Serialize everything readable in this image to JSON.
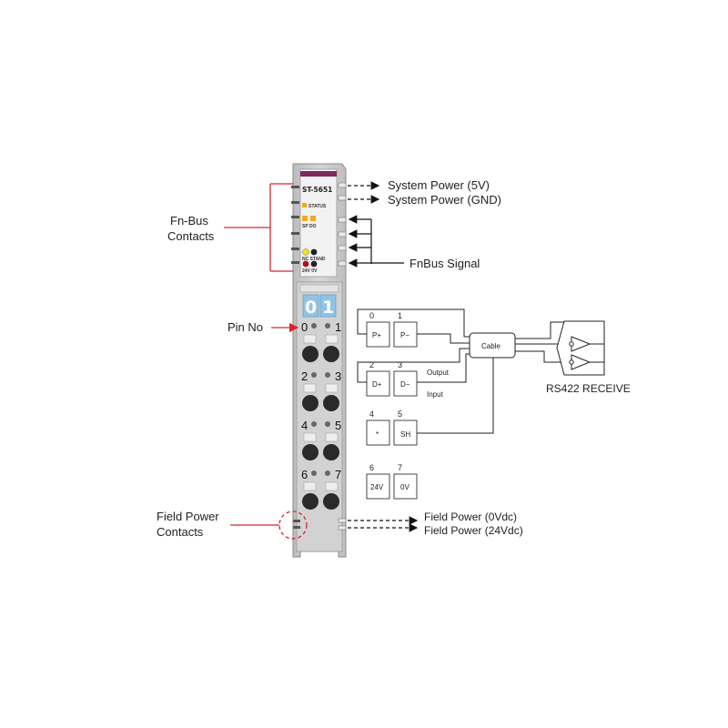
{
  "module": {
    "model": "ST-5651",
    "status_label": "STATUS",
    "led_labels_top": "SP  DO",
    "led_labels_mid": "NC  STAND",
    "led_labels_bot": "24V  0V",
    "digit_left": "0",
    "digit_right": "1",
    "accent_color": "#7a2a5e",
    "pin_numbers": [
      "0",
      "1",
      "2",
      "3",
      "4",
      "5",
      "6",
      "7"
    ]
  },
  "callouts": {
    "system_power_5v": "System Power (5V)",
    "system_power_gnd": "System Power (GND)",
    "fnbus_contacts_line1": "Fn-Bus",
    "fnbus_contacts_line2": "Contacts",
    "fnbus_signal": "FnBus Signal",
    "pin_no": "Pin No",
    "field_power_contacts_line1": "Field Power",
    "field_power_contacts_line2": "Contacts",
    "field_power_0vdc": "Field Power (0Vdc)",
    "field_power_24vdc": "Field Power (24Vdc)"
  },
  "wiring": {
    "terminals": [
      {
        "num": "0",
        "label": "P+"
      },
      {
        "num": "1",
        "label": "P−"
      },
      {
        "num": "2",
        "label": "D+"
      },
      {
        "num": "3",
        "label": "D−"
      },
      {
        "num": "4",
        "label": "*"
      },
      {
        "num": "5",
        "label": "SH"
      },
      {
        "num": "6",
        "label": "24V"
      },
      {
        "num": "7",
        "label": "0V"
      }
    ],
    "output_label": "Output",
    "input_label": "Input",
    "cable_label": "Cable",
    "receiver_label": "RS422 RECEIVE"
  },
  "colors": {
    "callout_red": "#d9262c",
    "module_gray": "#cfcfcf",
    "orange_led": "#f5a623",
    "yellow_led": "#f2e21d",
    "red_led": "#b0101a",
    "digit_blue": "#8fc4e6"
  }
}
